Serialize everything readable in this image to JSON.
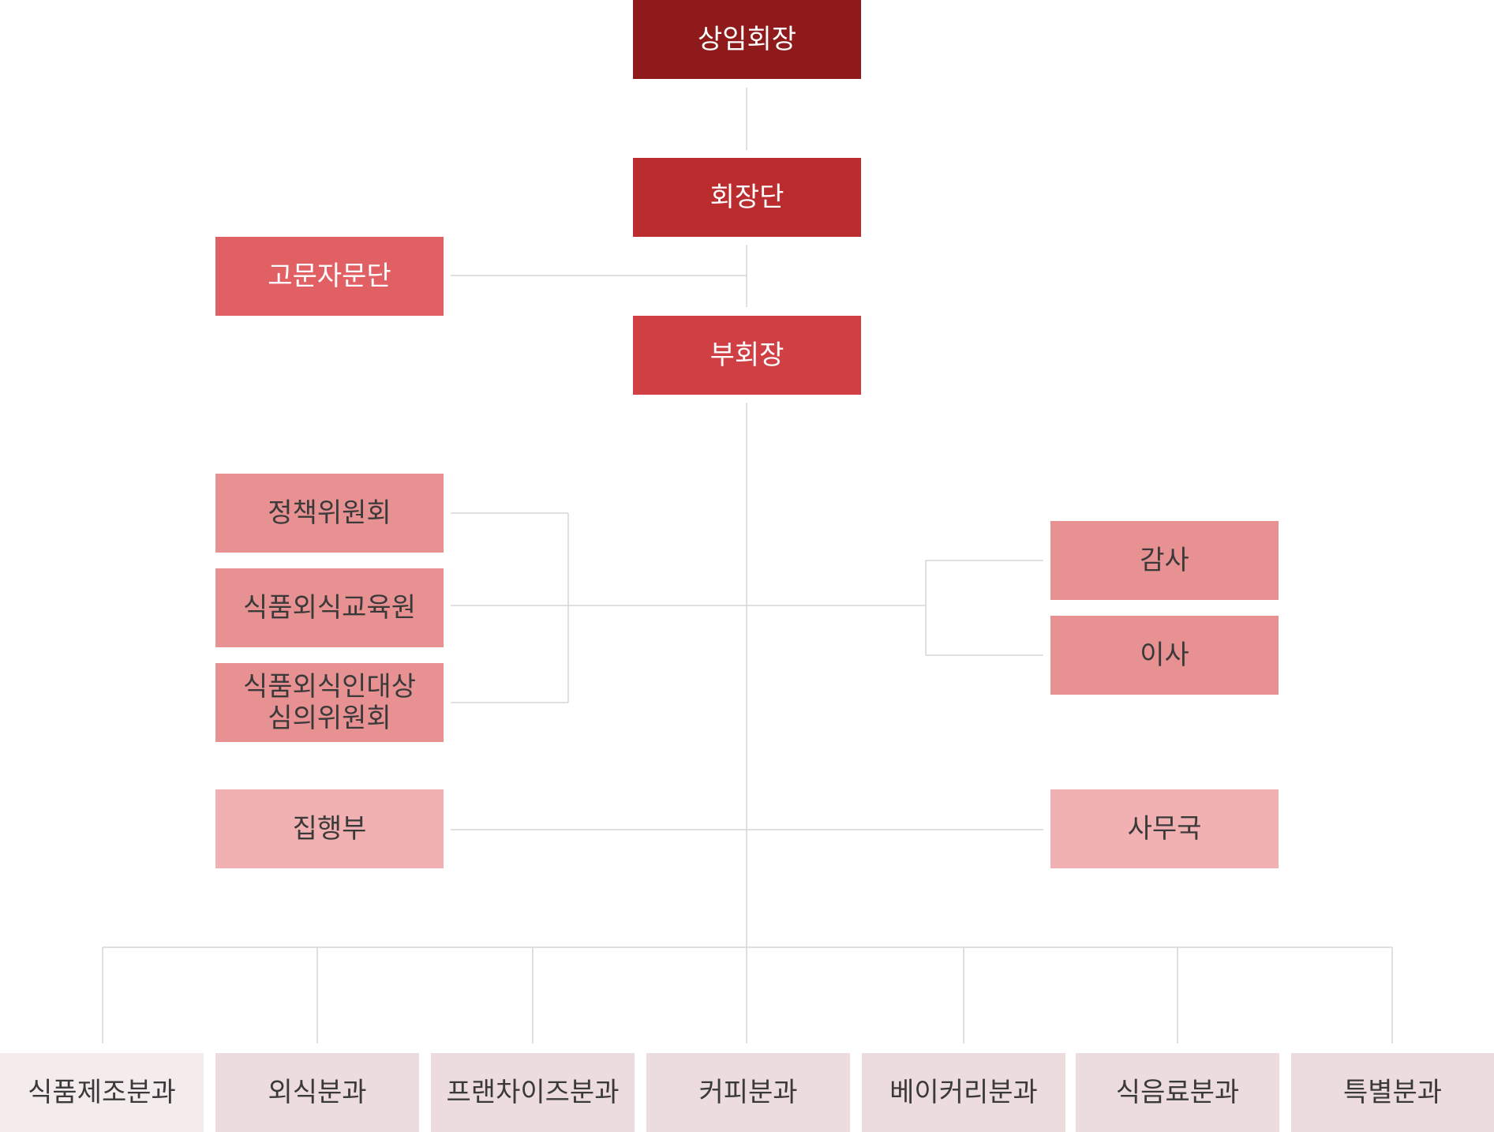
{
  "nodes": {
    "chairman": "상임회장",
    "presidium": "회장단",
    "advisory": "고문자문단",
    "vice_chairman": "부회장",
    "policy": "정책위원회",
    "education": "식품외식교육원",
    "award": "식품외식인대상\n심의위원회",
    "audit": "감사",
    "director": "이사",
    "executive": "집행부",
    "secretariat": "사무국"
  },
  "divisions": [
    "식품제조분과",
    "외식분과",
    "프랜차이즈분과",
    "커피분과",
    "베이커리분과",
    "식음료분과",
    "특별분과"
  ],
  "colors": {
    "level1": "#8f1a1b",
    "level2": "#bb2c2e",
    "level3": "#cf3f43",
    "level3b": "#e06064",
    "level4": "#e89192",
    "level5": "#f1b0b1",
    "division": "#ecdcdd",
    "division_first": "#f4ecec",
    "line": "#d6d6d6"
  }
}
